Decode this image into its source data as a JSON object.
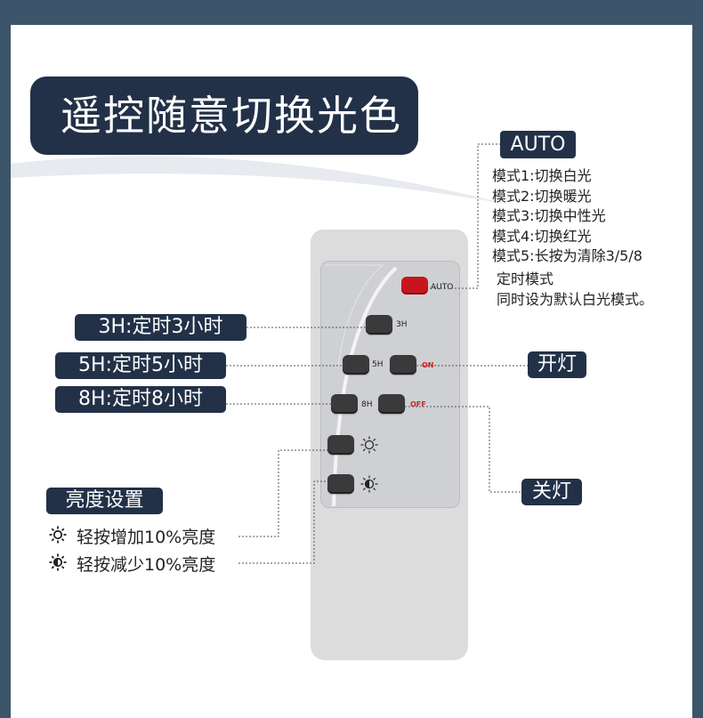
{
  "title": "遥控随意切换光色",
  "auto_section": {
    "badge": "AUTO",
    "modes": [
      "模式1:切换白光",
      "模式2:切换暖光",
      "模式3:切换中性光",
      "模式4:切换红光",
      "模式5:长按为清除3/5/8"
    ],
    "note": "定时模式\n同时设为默认白光模式。"
  },
  "timer_labels": {
    "t3": "3H:定时3小时",
    "t5": "5H:定时5小时",
    "t8": "8H:定时8小时"
  },
  "on_label": "开灯",
  "off_label": "关灯",
  "brightness": {
    "title": "亮度设置",
    "increase": "轻按增加10%亮度",
    "decrease": "轻按减少10%亮度",
    "increase_icon": "sun-icon",
    "decrease_icon": "half-sun-icon"
  },
  "remote": {
    "auto": "AUTO",
    "h3": "3H",
    "h5": "5H",
    "h8": "8H",
    "on": "ON",
    "off": "OFF"
  },
  "colors": {
    "frame": "#3c556b",
    "navy": "#223147",
    "red_button": "#c8141c",
    "remote_body": "#dcdcdc"
  }
}
